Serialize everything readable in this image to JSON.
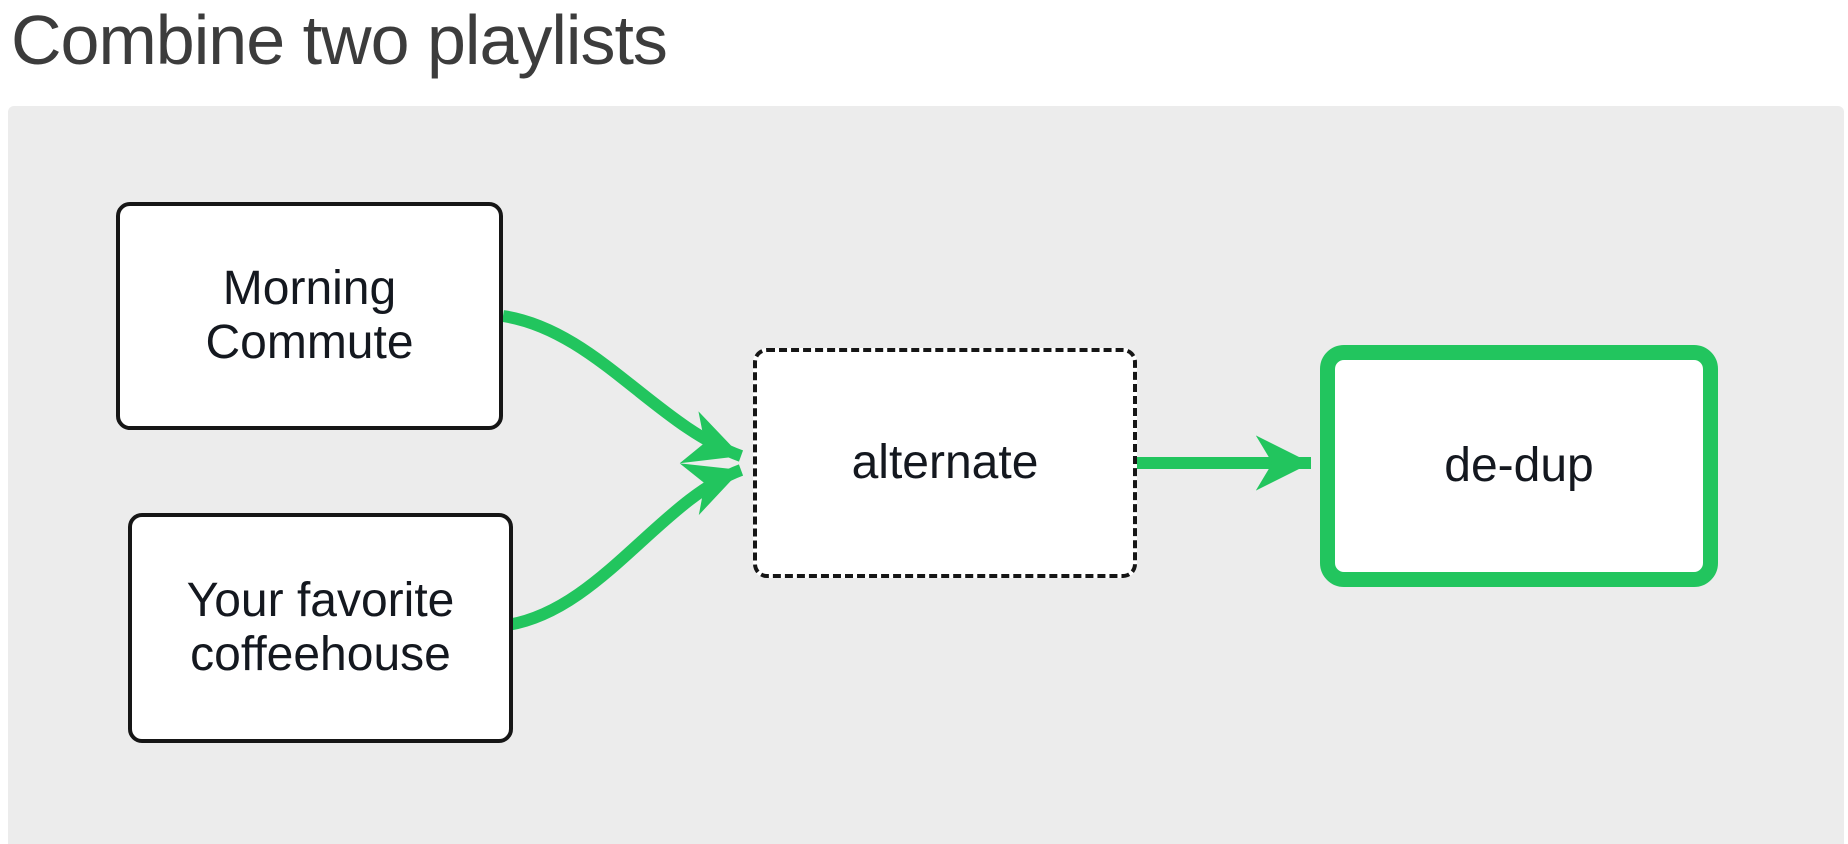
{
  "header": {
    "title": "Combine two playlists"
  },
  "diagram": {
    "nodes": [
      {
        "id": "playlist-a",
        "label": "Morning\nCommute",
        "style": "solid-border"
      },
      {
        "id": "playlist-b",
        "label": "Your favorite\ncoffeehouse",
        "style": "solid-border"
      },
      {
        "id": "alternate",
        "label": "alternate",
        "style": "dashed-border"
      },
      {
        "id": "de-dup",
        "label": "de-dup",
        "style": "green-thick-border"
      }
    ],
    "edges": [
      {
        "from": "playlist-a",
        "to": "alternate",
        "shape": "curved-arrow"
      },
      {
        "from": "playlist-b",
        "to": "alternate",
        "shape": "curved-arrow"
      },
      {
        "from": "alternate",
        "to": "de-dup",
        "shape": "straight-arrow"
      }
    ],
    "colors": {
      "edge_green": "#22c55e",
      "highlight_border": "#22c55e",
      "node_border": "#161616",
      "node_text": "#14181f",
      "panel_bg": "#ececec",
      "title_color": "#3c3c3c"
    }
  }
}
